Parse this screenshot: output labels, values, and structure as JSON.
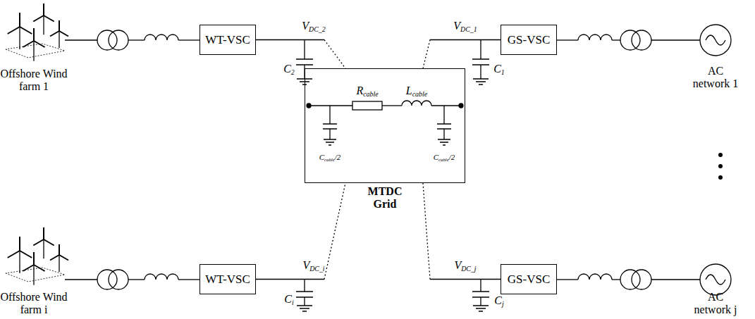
{
  "diagram": {
    "nodes": [
      {
        "text": [
          "WT-VSC"
        ]
      },
      {
        "text": [
          "GS-VSC"
        ]
      },
      {
        "text": [
          "MTDC Grid"
        ]
      },
      {
        "text": [
          "WT-VSC"
        ]
      },
      {
        "text": [
          "GS-VSC"
        ]
      }
    ],
    "edges": [
      {
        "from": 0,
        "to": 2,
        "arrow": "none"
      },
      {
        "from": 1,
        "to": 2,
        "arrow": "none"
      },
      {
        "from": 3,
        "to": 2,
        "arrow": "none"
      },
      {
        "from": 4,
        "to": 2,
        "arrow": "none"
      }
    ],
    "labels": [
      "Offshore Wind farm 1",
      "VDC_2",
      "C2",
      "VDC_1",
      "C1",
      "AC network 1",
      "Rcable",
      "Lcable",
      "Ccable/2",
      "Ccable/2",
      "Offshore Wind farm i",
      "VDC_i",
      "Ci",
      "VDC_j",
      "Cj",
      "AC network j"
    ]
  }
}
